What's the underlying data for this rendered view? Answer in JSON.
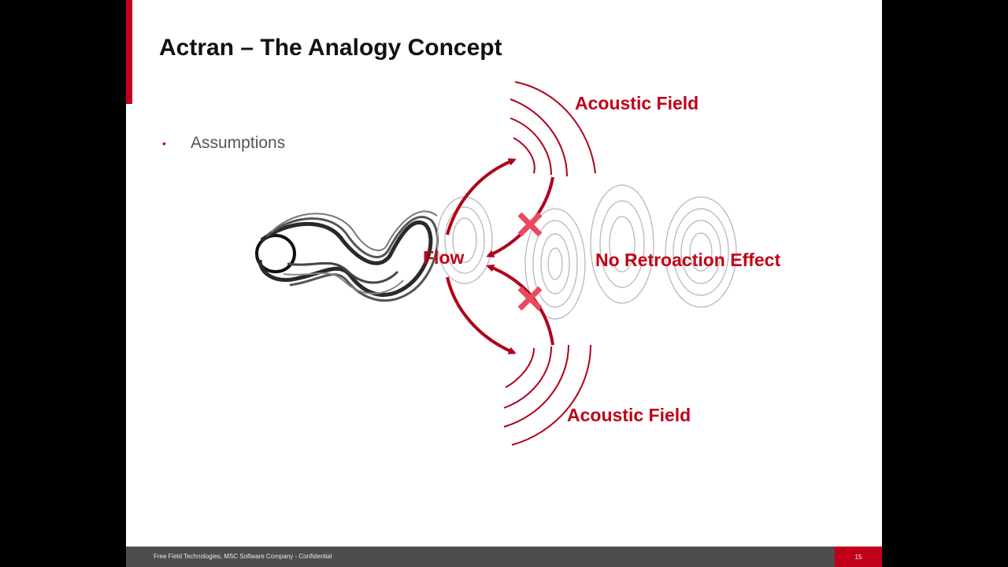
{
  "slide": {
    "title": "Actran – The Analogy Concept",
    "bullets": [
      {
        "marker": "•",
        "text": "Assumptions"
      }
    ],
    "diagram": {
      "labels": {
        "acoustic_top": "Acoustic Field",
        "acoustic_bottom": "Acoustic Field",
        "flow": "Flow",
        "no_retroaction": "No Retroaction Effect"
      }
    },
    "footer": {
      "text": "Free Field Technologies, MSC Software Company - Confidential",
      "page_number": "15"
    }
  },
  "colors": {
    "accent": "#c00018",
    "footer_bg": "#4d4d4d",
    "page_box": "#c00018",
    "cross": "#e84a5f"
  },
  "icons": {
    "bullet": "red-dot",
    "cross": "x-mark-icon",
    "arrow": "curved-arrow-icon"
  }
}
